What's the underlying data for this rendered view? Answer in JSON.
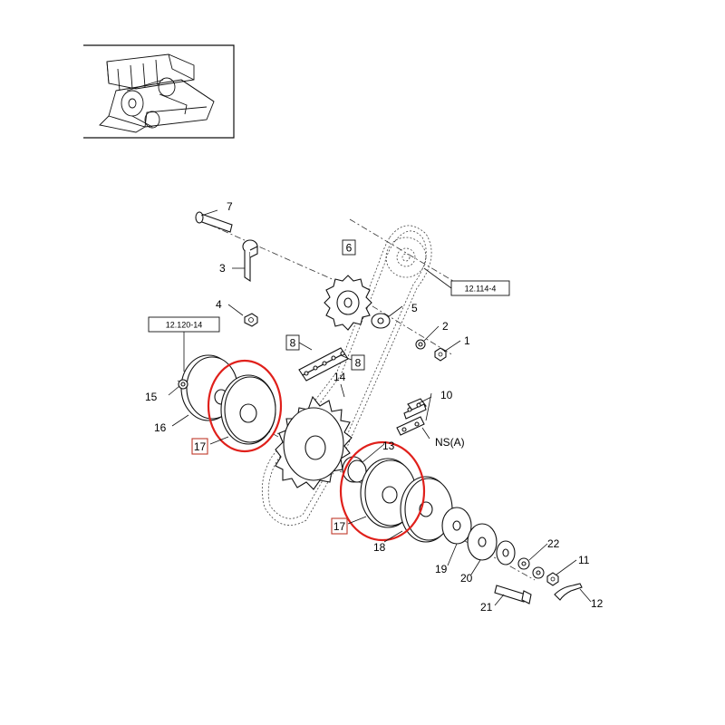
{
  "labels": {
    "p7": "7",
    "p3": "3",
    "p6": "6",
    "p4": "4",
    "p5": "5",
    "p2": "2",
    "p1": "1",
    "p8a": "8",
    "p8b": "8",
    "p14": "14",
    "p10": "10",
    "nsa": "NS(A)",
    "p15": "15",
    "p16": "16",
    "p17a": "17",
    "p13": "13",
    "p17b": "17",
    "p18": "18",
    "p19": "19",
    "p20": "20",
    "p22": "22",
    "p11": "11",
    "p21": "21",
    "p12": "12"
  },
  "refs": {
    "ref_12_120_14": "12.120-14",
    "ref_12_114_4": "12.114-4"
  },
  "colors": {
    "line": "#111111",
    "highlight": "#e0201b",
    "highlight_box": "#c0392b"
  }
}
